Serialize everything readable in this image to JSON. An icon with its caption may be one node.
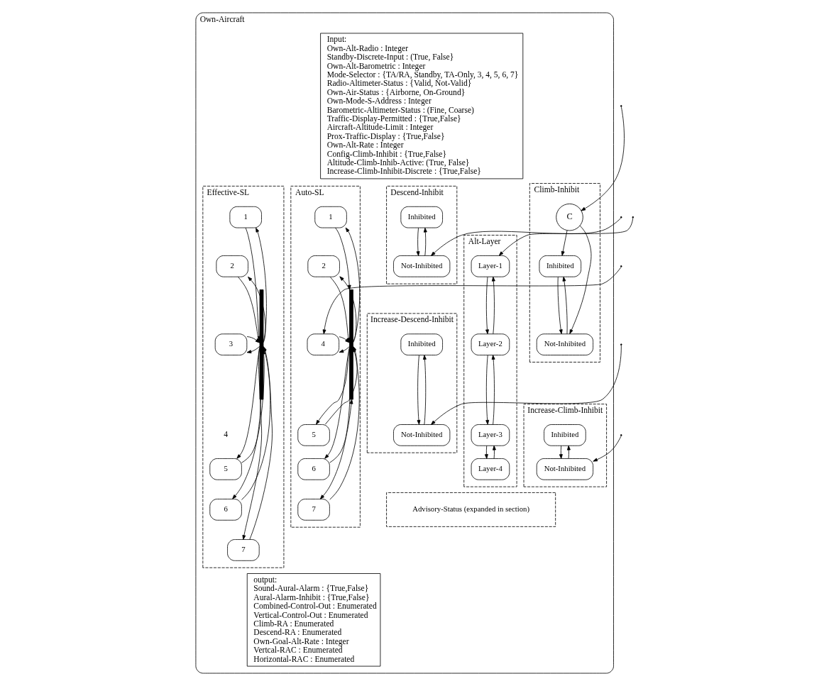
{
  "diagram": {
    "nodes": [
      {
        "text": [
          "Own-Aircraft"
        ]
      },
      {
        "text": [
          "Input:",
          "Own-Alt-Radio : Integer",
          "Standby-Discrete-Input : (True, False}",
          "Own-Alt-Barometric : Integer",
          "Mode-Selector : {TA/RA, Standby, TA-Only, 3, 4, 5, 6, 7}",
          "Radio-Altimeter-Status : {Valid, Not-Valid}",
          "Own-Air-Status : {Airborne, On-Ground}",
          "Own-Mode-S-Address : Integer",
          "Barometric-Altimeter-Status : (Fine, Coarse)",
          "Traffic-Display-Permitted : {True,False}",
          "Aircraft-Altitude-Limit : Integer",
          "Prox-Traffic-Display : {True,False}",
          "Own-Alt-Rate : Integer",
          "Config-Climb-Inhibit : {True,False}",
          "Altitude-Climb-Inhib-Active: (True, False}",
          "Increase-Climb-Inhibit-Discrete : {True,False}"
        ],
        "in": 0
      },
      {
        "text": [
          "Effective-SL"
        ],
        "in": 0
      },
      {
        "text": [
          "1"
        ],
        "in": 2
      },
      {
        "text": [
          "2"
        ],
        "in": 2
      },
      {
        "text": [
          "3"
        ],
        "in": 2
      },
      {
        "text": [
          "5"
        ],
        "in": 2
      },
      {
        "text": [
          "6"
        ],
        "in": 2
      },
      {
        "text": [
          "7"
        ],
        "in": 2
      },
      {
        "text": [],
        "shape": "bar",
        "in": 2
      },
      {
        "text": [
          "Auto-SL"
        ],
        "in": 0
      },
      {
        "text": [
          "1"
        ],
        "in": 10
      },
      {
        "text": [
          "2"
        ],
        "in": 10
      },
      {
        "text": [
          "4"
        ],
        "in": 10
      },
      {
        "text": [
          "5"
        ],
        "in": 10
      },
      {
        "text": [
          "6"
        ],
        "in": 10
      },
      {
        "text": [
          "7"
        ],
        "in": 10
      },
      {
        "text": [],
        "shape": "bar",
        "in": 10
      },
      {
        "text": [
          "Alt-Layer"
        ],
        "in": 0
      },
      {
        "text": [
          "Layer-1"
        ],
        "in": 18
      },
      {
        "text": [
          "Layer-2"
        ],
        "in": 18
      },
      {
        "text": [
          "Layer-3"
        ],
        "in": 18
      },
      {
        "text": [
          "Layer-4"
        ],
        "in": 18
      },
      {
        "text": [
          "Climb-Inhibit"
        ],
        "in": 0
      },
      {
        "text": [
          "Inhibited"
        ],
        "in": 23
      },
      {
        "text": [
          "Not-Inhibited"
        ],
        "in": 23
      },
      {
        "text": [
          "C"
        ],
        "in": 23
      },
      {
        "text": [
          "Descend-Inhibit"
        ],
        "in": 0
      },
      {
        "text": [
          "Inhibited"
        ],
        "in": 27
      },
      {
        "text": [
          "Not-Inhibited"
        ],
        "in": 27
      },
      {
        "text": [
          "Increase-Climb-Inhibit"
        ],
        "in": 0
      },
      {
        "text": [
          "Inhibited"
        ],
        "in": 30
      },
      {
        "text": [
          "Not-Inhibited"
        ],
        "in": 30
      },
      {
        "text": [
          "Increase-Descend-Inhibit"
        ],
        "in": 0
      },
      {
        "text": [
          "Inhibited"
        ],
        "in": 33
      },
      {
        "text": [
          "Not-Inhibited"
        ],
        "in": 33
      },
      {
        "text": [
          "Advisory-Status (expanded in section)"
        ],
        "in": 0
      },
      {
        "text": [
          "output:",
          "Sound-Aural-Alarm : {True,False}",
          "Aural-Alarm-Inhibit : {True,False}",
          "Combined-Control-Out : Enumerated",
          "Vertical-Control-Out : Enumerated",
          "Climb-RA : Enumerated",
          "Descend-RA : Enumerated",
          "Own-Goal-Alt-Rate : Integer",
          "Vertcal-RAC : Enumerated",
          "Horizontal-RAC : Enumerated"
        ],
        "in": 0
      }
    ],
    "edges": [
      {
        "from": 9,
        "to": 3,
        "arrow": "to"
      },
      {
        "from": 3,
        "to": 9,
        "arrow": "to"
      },
      {
        "from": 9,
        "to": 4,
        "arrow": "to"
      },
      {
        "from": 4,
        "to": 9,
        "arrow": "to"
      },
      {
        "from": 9,
        "to": 5,
        "arrow": "to"
      },
      {
        "from": 5,
        "to": 9,
        "arrow": "to"
      },
      {
        "from": 9,
        "to": 6,
        "arrow": "to"
      },
      {
        "from": 6,
        "to": 9,
        "arrow": "to"
      },
      {
        "from": 9,
        "to": 7,
        "arrow": "to"
      },
      {
        "from": 7,
        "to": 9,
        "arrow": "to"
      },
      {
        "from": 9,
        "to": 8,
        "arrow": "to"
      },
      {
        "from": 8,
        "to": 9,
        "arrow": "to"
      },
      {
        "from": 17,
        "to": 11,
        "arrow": "to"
      },
      {
        "from": 11,
        "to": 17,
        "arrow": "to"
      },
      {
        "from": 17,
        "to": 12,
        "arrow": "to"
      },
      {
        "from": 12,
        "to": 17,
        "arrow": "to"
      },
      {
        "from": null,
        "to": 13,
        "arrow": "to"
      },
      {
        "from": 17,
        "to": 13,
        "arrow": "to"
      },
      {
        "from": 13,
        "to": 17,
        "arrow": "to"
      },
      {
        "from": 17,
        "to": 14,
        "arrow": "to"
      },
      {
        "from": 14,
        "to": 17,
        "arrow": "to"
      },
      {
        "from": 17,
        "to": 15,
        "arrow": "to"
      },
      {
        "from": 15,
        "to": 17,
        "arrow": "to"
      },
      {
        "from": 17,
        "to": 16,
        "arrow": "to"
      },
      {
        "from": 16,
        "to": 17,
        "arrow": "to"
      },
      {
        "from": null,
        "to": 19,
        "arrow": "to"
      },
      {
        "from": 19,
        "to": 20,
        "arrow": "to"
      },
      {
        "from": 20,
        "to": 19,
        "arrow": "to"
      },
      {
        "from": 20,
        "to": 21,
        "arrow": "to"
      },
      {
        "from": 21,
        "to": 20,
        "arrow": "to"
      },
      {
        "from": 21,
        "to": 22,
        "arrow": "to"
      },
      {
        "from": 22,
        "to": 21,
        "arrow": "to"
      },
      {
        "from": null,
        "to": 26,
        "arrow": "to"
      },
      {
        "from": 26,
        "to": 24,
        "arrow": "to"
      },
      {
        "from": 26,
        "to": 25,
        "arrow": "to"
      },
      {
        "from": 24,
        "to": 25,
        "arrow": "to"
      },
      {
        "from": 25,
        "to": 24,
        "arrow": "to"
      },
      {
        "from": 28,
        "to": 29,
        "arrow": "to"
      },
      {
        "from": 29,
        "to": 28,
        "arrow": "to"
      },
      {
        "from": null,
        "to": 29,
        "arrow": "to"
      },
      {
        "from": 31,
        "to": 32,
        "arrow": "to"
      },
      {
        "from": 32,
        "to": 31,
        "arrow": "to"
      },
      {
        "from": null,
        "to": 32,
        "arrow": "to"
      },
      {
        "from": 34,
        "to": 35,
        "arrow": "to"
      },
      {
        "from": 35,
        "to": 34,
        "arrow": "to"
      },
      {
        "from": null,
        "to": 35,
        "arrow": "to"
      }
    ],
    "labels": [
      "4"
    ]
  }
}
